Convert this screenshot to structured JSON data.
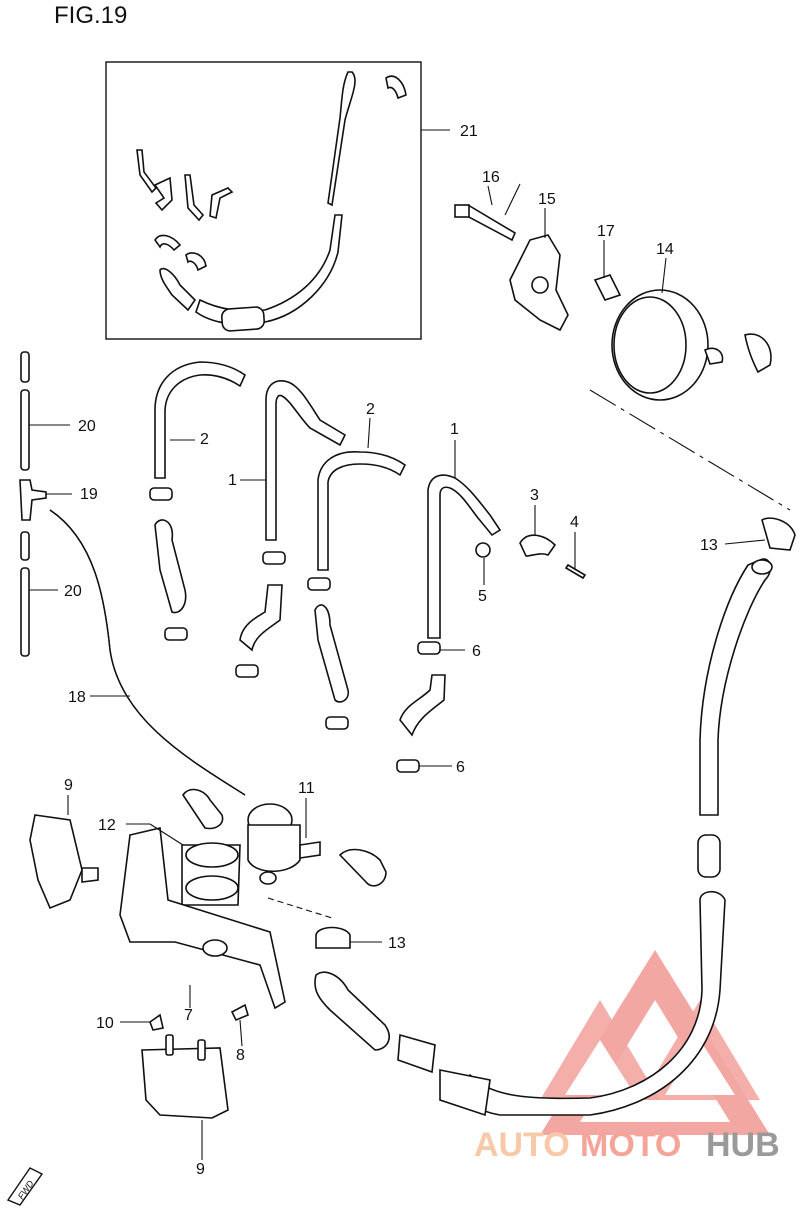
{
  "figure_title": "FIG.19",
  "labels": {
    "p21": "21",
    "p16": "16",
    "p15": "15",
    "p17": "17",
    "p14": "14",
    "p20a": "20",
    "p2a": "2",
    "p1a": "1",
    "p2b": "2",
    "p1b": "1",
    "p3": "3",
    "p4": "4",
    "p5": "5",
    "p19": "19",
    "p20b": "20",
    "p6a": "6",
    "p6b": "6",
    "p13a": "13",
    "p18": "18",
    "p9a": "9",
    "p11": "11",
    "p12": "12",
    "p13b": "13",
    "p7": "7",
    "p10": "10",
    "p8": "8",
    "p9b": "9"
  },
  "badge": "FWD",
  "watermark": {
    "part1": "AUTO",
    "part2": "MOTO",
    "part3": "HUB",
    "color_auto": "#f7c9a8",
    "color_moto": "#f6a39a",
    "color_hub": "#9a9a9a",
    "logo_color": "#f08a84"
  }
}
